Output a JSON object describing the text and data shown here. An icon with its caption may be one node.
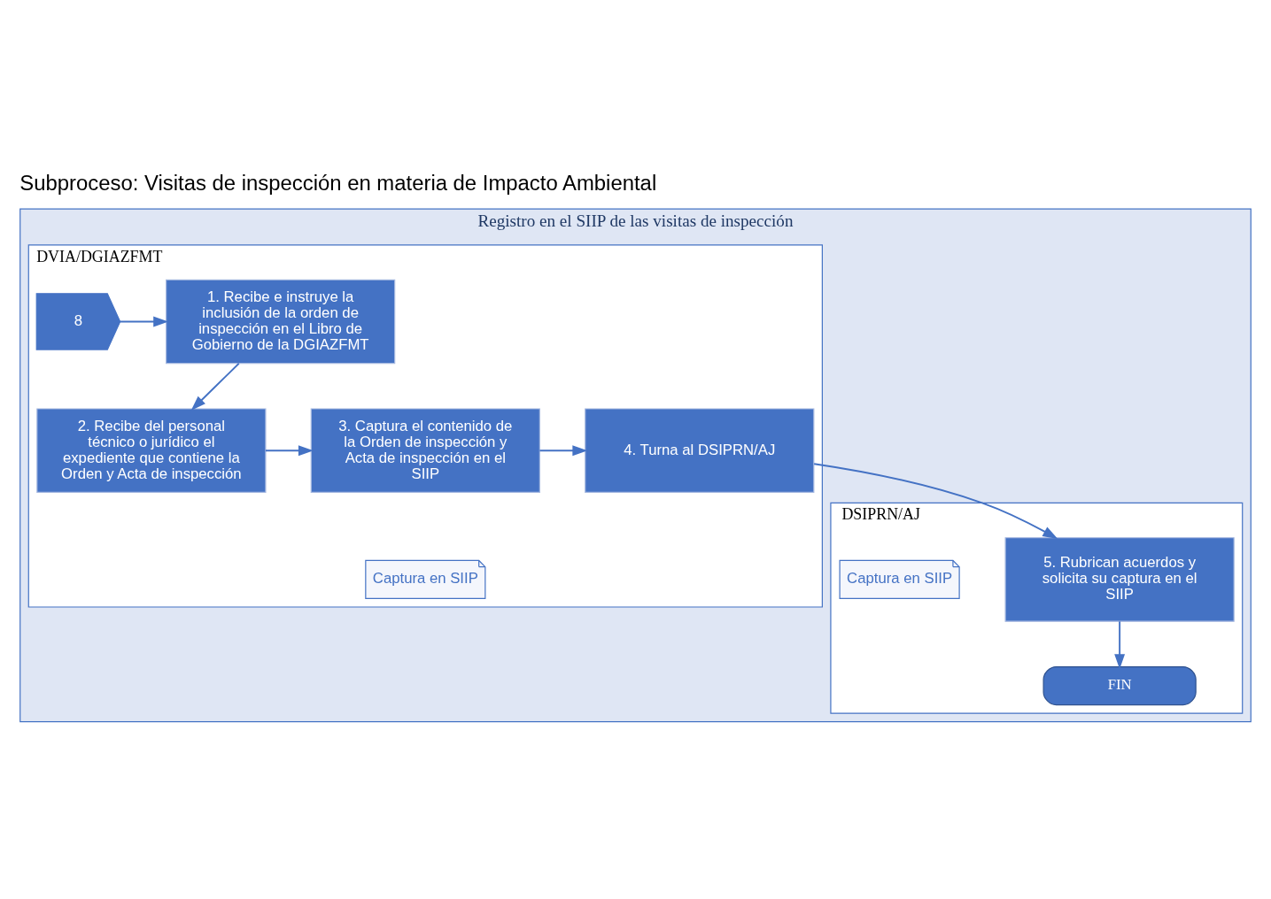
{
  "diagram": {
    "title": "Subproceso: Visitas de inspección en materia de Impacto Ambiental",
    "nodes": [
      {
        "text": [
          "Registro en el SIIP de las visitas de inspección"
        ]
      },
      {
        "text": [
          "DVIA/DGIAZFMT"
        ],
        "in": 0
      },
      {
        "text": [
          "DSIPRN/AJ"
        ],
        "in": 0
      },
      {
        "text": [
          "8"
        ],
        "in": 1
      },
      {
        "text": [
          "1. Recibe e instruye la inclusión de la orden de inspección en el Libro de Gobierno de la DGIAZFMT"
        ],
        "in": 1
      },
      {
        "text": [
          "2. Recibe del personal técnico o jurídico el expediente que contiene la Orden y Acta de inspección"
        ],
        "in": 1
      },
      {
        "text": [
          "3. Captura el contenido de la Orden de inspección y Acta de inspección en el SIIP"
        ],
        "in": 1
      },
      {
        "text": [
          "Captura en SIIP"
        ],
        "in": 1
      },
      {
        "text": [
          "4. Turna al DSIPRN/AJ"
        ],
        "in": 1
      },
      {
        "text": [
          "5. Rubrican acuerdos y solicita su captura en el SIIP"
        ],
        "in": 2
      },
      {
        "text": [
          "Captura en SIIP"
        ],
        "in": 2
      },
      {
        "text": [
          "FIN"
        ],
        "in": 2
      }
    ],
    "edges": [
      {
        "from": 3,
        "to": 4,
        "arrow": "to"
      },
      {
        "from": 4,
        "to": 5,
        "arrow": "to"
      },
      {
        "from": 5,
        "to": 6,
        "arrow": "to"
      },
      {
        "from": 6,
        "to": 8,
        "arrow": "to"
      },
      {
        "from": 8,
        "to": 9,
        "arrow": "to"
      },
      {
        "from": 9,
        "to": 11,
        "arrow": "to"
      }
    ]
  }
}
